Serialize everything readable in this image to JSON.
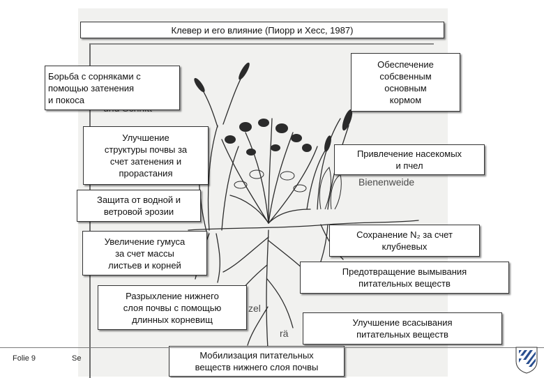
{
  "title": "Клевер и его влияние (Пиорр и Хесс, 1987)",
  "labels": [
    "Борьба с сорняками с\nпомощью затенения\nи покоса",
    "Обеспечение\nсобсвенным\nосновным\nкормом",
    "Улучшение\nструктуры почвы за\nсчет затенения и\nпрорастания",
    "Привлечение насекомых\nи пчел",
    "Защита от водной и\nветровой эрозии",
    "Увеличение гумуса\nза счет массы\nлистьев и корней",
    "Сохранение N₂ за счет\nклубневых",
    "Предотвращение вымывания\nпитательных веществ",
    "Разрыхление нижнего\nслоя почвы с помощью\nдлинных корневищ",
    "Улучшение всасывания\nпитательных веществ",
    "Мобилизация питательных\nвеществ нижнего слоя почвы"
  ],
  "background_text": {
    "bienenweide": "Bienenweide",
    "zel": "zel",
    "ra": "rä",
    "und_schnitt": "und Schnitt"
  },
  "footer": {
    "left": "Folie 9",
    "mid": "Se"
  },
  "colors": {
    "box_border": "#333333",
    "sketch": "#2b2b2b"
  }
}
